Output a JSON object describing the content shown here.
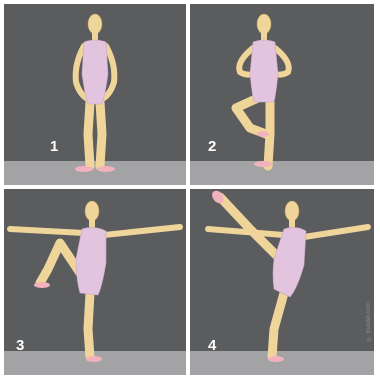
{
  "colors": {
    "background": "#5b5c5e",
    "floor": "#a3a3a5",
    "skin": "#f0d59b",
    "skin_outline": "#b99a5e",
    "leotard": "#e3c4de",
    "shoe": "#f2b2bd"
  },
  "panels": [
    {
      "number": "1",
      "icon": "ballerina-first-position-icon"
    },
    {
      "number": "2",
      "icon": "ballerina-passe-retire-icon"
    },
    {
      "number": "3",
      "icon": "ballerina-developpe-icon"
    },
    {
      "number": "4",
      "icon": "ballerina-grand-battement-icon"
    }
  ],
  "watermark": "© Builder.com"
}
